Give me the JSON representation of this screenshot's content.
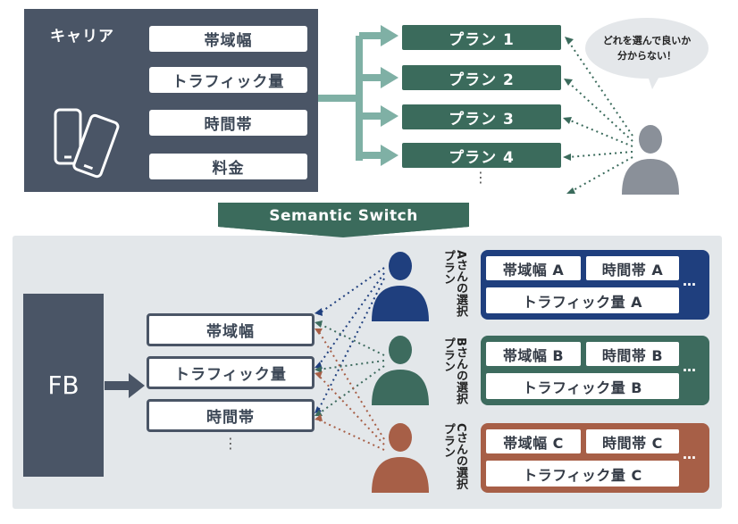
{
  "carrier": {
    "title": "キャリア",
    "items": [
      "帯域幅",
      "トラフィック量",
      "時間帯",
      "料金"
    ]
  },
  "plans": [
    "プラン 1",
    "プラン 2",
    "プラン 3",
    "プラン 4"
  ],
  "plans_more": "⋮",
  "bubble": {
    "line1": "どれを選んで良いか",
    "line2": "分からない！"
  },
  "switch_label": "Semantic Switch",
  "fb": {
    "label": "FB"
  },
  "fb_items": [
    "帯域幅",
    "トラフィック量",
    "時間帯"
  ],
  "fb_more": "⋮",
  "users": [
    {
      "label": "Aさんの選択プラン",
      "color": "#1f3f7e",
      "top_left": "帯域幅 A",
      "top_right": "時間帯 A",
      "bottom": "トラフィック量 A"
    },
    {
      "label": "Bさんの選択プラン",
      "color": "#3d6b5e",
      "top_left": "帯域幅 B",
      "top_right": "時間帯 B",
      "bottom": "トラフィック量 B"
    },
    {
      "label": "Cさんの選択プラン",
      "color": "#a75f47",
      "top_left": "帯域幅 C",
      "top_right": "時間帯 C",
      "bottom": "トラフィック量 C"
    }
  ],
  "card_more": "…",
  "colors": {
    "carrier_panel": "#4a5566",
    "plan_green": "#3b6b5c",
    "arrow_teal": "#7fb0a5",
    "banner_green": "#3b6b5c",
    "person_gray": "#8a9099",
    "user_a": "#1f3f7e",
    "user_b": "#3d6b5e",
    "user_c": "#a75f47"
  }
}
